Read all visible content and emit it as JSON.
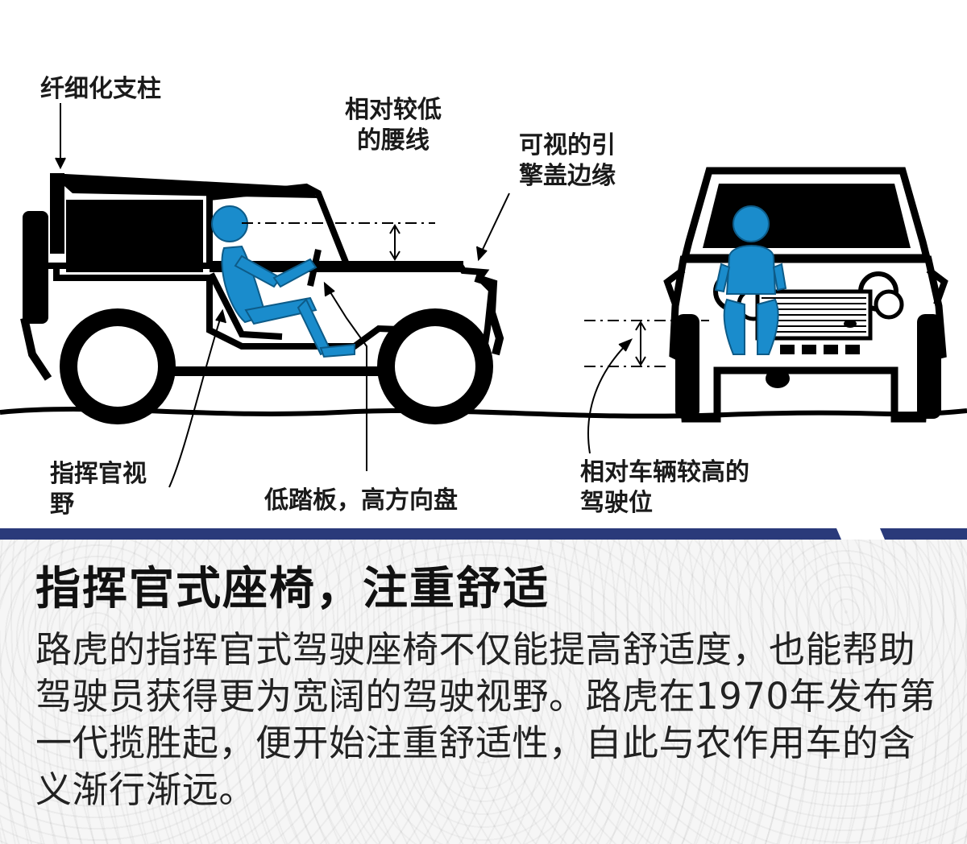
{
  "colors": {
    "vehicle": "#000000",
    "driver_figure": "#1a8ccc",
    "divider": "#2a3a7a",
    "background_pattern": "#f6f6f6"
  },
  "diagram": {
    "labels": {
      "slim_pillar": "纤细化支柱",
      "low_waistline": "相对较低\n的腰线",
      "visible_hood_edge": "可视的引\n擎盖边缘",
      "commander_view": "指挥官视\n野",
      "low_pedal_high_wheel": "低踏板，高方向盘",
      "high_seat_position": "相对车辆较高的\n驾驶位"
    }
  },
  "caption": {
    "headline": "指挥官式座椅，注重舒适",
    "body": "路虎的指挥官式驾驶座椅不仅能提高舒适度，也能帮助驾驶员获得更为宽阔的驾驶视野。路虎在1970年发布第一代揽胜起，便开始注重舒适性，自此与农作用车的含义渐行渐远。"
  }
}
